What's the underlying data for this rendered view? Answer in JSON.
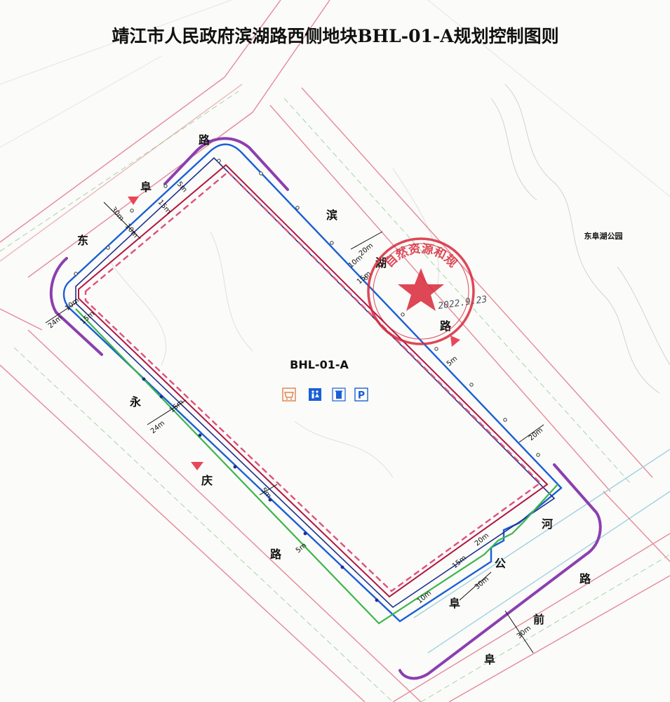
{
  "title": "靖江市人民政府滨湖路西侧地块BHL-01-A规划控制图则",
  "parcel_label": "BHL-01-A",
  "park_label": "东阜湖公园",
  "stamp": {
    "text": "自然资源和规",
    "date": "2022.9.23"
  },
  "roads": {
    "north": [
      "路",
      "阜",
      "东"
    ],
    "east": [
      "滨",
      "湖",
      "路"
    ],
    "west": [
      "永",
      "庆",
      "路"
    ],
    "south_canal": [
      "河",
      "公",
      "阜"
    ],
    "south": [
      "路",
      "前",
      "阜"
    ]
  },
  "dimensions": {
    "d30_nw": "30m",
    "d15_nw": "15m",
    "d10_nw": "10m",
    "d5_nw": "5m",
    "d24_w": "24m",
    "d10_w": "10m",
    "d15_w": "15m",
    "d20_e": "20m",
    "d10_e": "10m",
    "d15_e": "15m",
    "d5_e": "5m",
    "d20_se": "20m",
    "d24_sw": "24m",
    "d15_sw": "15m",
    "d5_sw1": "5m",
    "d5_sw2": "5m",
    "d20_s": "20m",
    "d15_s": "15m",
    "d30_s": "30m",
    "d10_s": "10m",
    "d30_far": "30m"
  },
  "legend_icons": [
    "market-icon",
    "restroom-icon",
    "trash-bin-icon",
    "parking-icon"
  ],
  "legend_glyphs": {
    "parking": "P"
  },
  "colors": {
    "road_edge": "#e58a9a",
    "setback_blue": "#1a5fd6",
    "building_line_red": "#d6245a",
    "green_line": "#3cb54a",
    "purple_frontage": "#8b3fb0",
    "navy_line": "#1f2f8f",
    "stamp_red": "#d9283a",
    "marker_red": "#e8475a",
    "icon_orange": "#e06a2a",
    "icon_blue": "#1a5fd6"
  }
}
